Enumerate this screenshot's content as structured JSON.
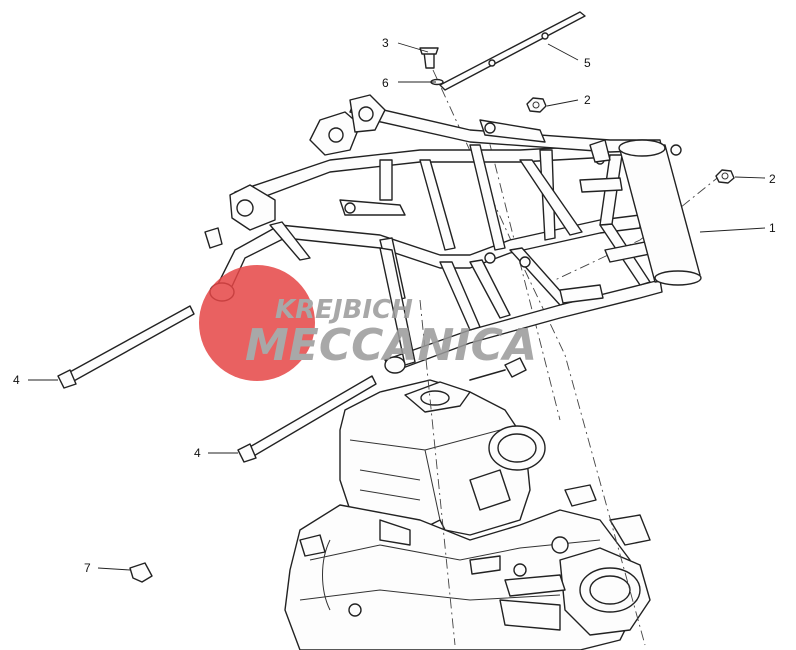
{
  "callouts": {
    "frame": "1",
    "nut_top": "2",
    "nut_right": "2",
    "screw": "3",
    "bolt_upper": "4",
    "bolt_lower": "4",
    "plate": "5",
    "washer": "6",
    "bushing": "7"
  },
  "watermark": {
    "line1": "KREJBICH",
    "line2": "MECCANICA",
    "logo_color": "#e64646",
    "text_color": "#9a9a9a"
  },
  "colors": {
    "linework": "#222222",
    "background": "#ffffff"
  }
}
